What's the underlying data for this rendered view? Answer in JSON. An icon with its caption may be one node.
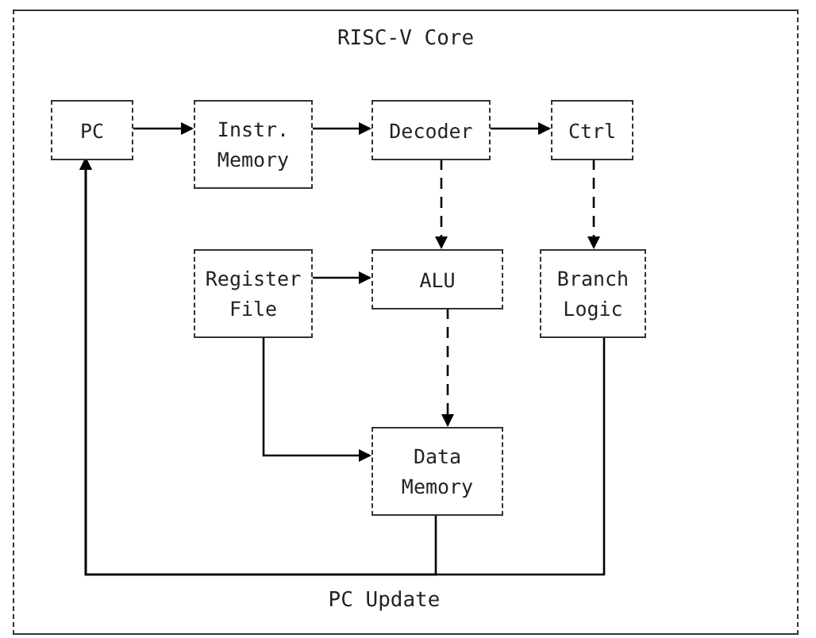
{
  "diagram": {
    "nodes": [
      {
        "text": [
          "RISC-V Core"
        ]
      },
      {
        "text": [
          "PC"
        ],
        "in": 0
      },
      {
        "text": [
          "Instr. Memory"
        ],
        "in": 0
      },
      {
        "text": [
          "Decoder"
        ],
        "in": 0
      },
      {
        "text": [
          "Ctrl"
        ],
        "in": 0
      },
      {
        "text": [
          "Register File"
        ],
        "in": 0
      },
      {
        "text": [
          "ALU"
        ],
        "in": 0
      },
      {
        "text": [
          "Branch Logic"
        ],
        "in": 0
      },
      {
        "text": [
          "Data Memory"
        ],
        "in": 0
      }
    ],
    "edges": [
      {
        "from": 1,
        "to": 2,
        "arrow": "to"
      },
      {
        "from": 2,
        "to": 3,
        "arrow": "to"
      },
      {
        "from": 3,
        "to": 4,
        "arrow": "to"
      },
      {
        "from": 3,
        "to": 6,
        "arrow": "to",
        "style": "dashed"
      },
      {
        "from": 4,
        "to": 7,
        "arrow": "to",
        "style": "dashed"
      },
      {
        "from": 5,
        "to": 6,
        "arrow": "to"
      },
      {
        "from": 6,
        "to": 8,
        "arrow": "to",
        "style": "dashed"
      },
      {
        "from": 5,
        "to": 8,
        "arrow": "to"
      },
      {
        "from": 8,
        "to": 1,
        "arrow": "to"
      },
      {
        "from": 7,
        "to": 1,
        "arrow": "to"
      }
    ],
    "labels": [
      "PC Update"
    ]
  }
}
